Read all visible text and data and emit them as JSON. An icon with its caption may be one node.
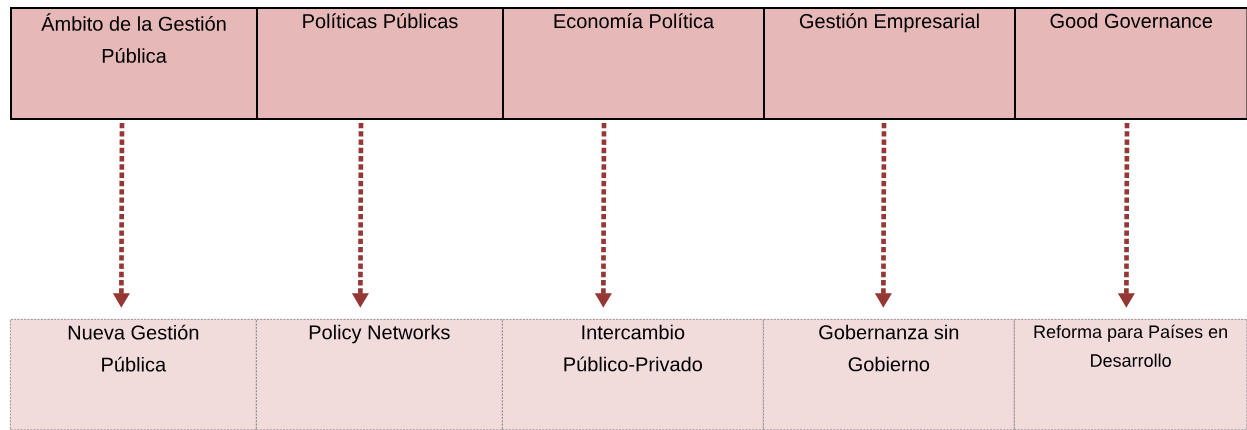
{
  "diagram": {
    "nodes": [
      {
        "text": [
          "Ámbito de la Gestión Pública"
        ]
      },
      {
        "text": [
          "Políticas Públicas"
        ]
      },
      {
        "text": [
          "Economía Política"
        ]
      },
      {
        "text": [
          "Gestión Empresarial"
        ]
      },
      {
        "text": [
          "Good Governance"
        ]
      },
      {
        "text": [
          "Nueva Gestión Pública"
        ]
      },
      {
        "text": [
          "Policy Networks"
        ]
      },
      {
        "text": [
          "Intercambio Público-Privado"
        ]
      },
      {
        "text": [
          "Gobernanza sin Gobierno"
        ]
      },
      {
        "text": [
          "Reforma para Países en Desarrollo"
        ]
      }
    ],
    "edges": [
      {
        "from": 0,
        "to": 5,
        "arrow": "to",
        "style": "dashed"
      },
      {
        "from": 1,
        "to": 6,
        "arrow": "to",
        "style": "dashed"
      },
      {
        "from": 2,
        "to": 7,
        "arrow": "to",
        "style": "dashed"
      },
      {
        "from": 3,
        "to": 8,
        "arrow": "to",
        "style": "dashed"
      },
      {
        "from": 4,
        "to": 9,
        "arrow": "to",
        "style": "dashed"
      }
    ]
  }
}
